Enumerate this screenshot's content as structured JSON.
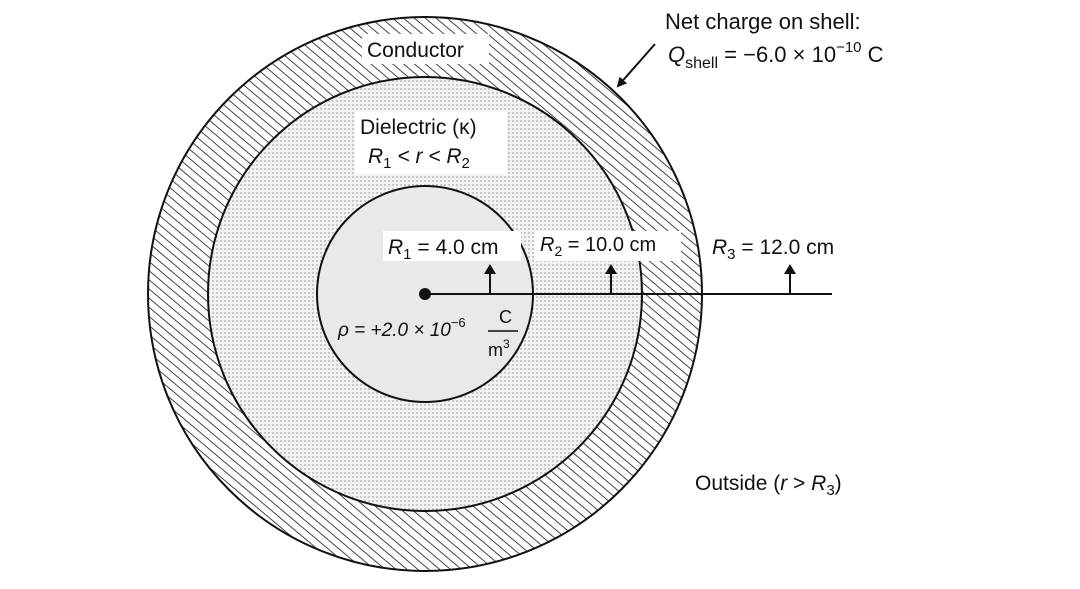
{
  "labels": {
    "conductor": "Conductor",
    "net_charge_title": "Net charge on shell:",
    "q_symbol": "Q",
    "q_subscript": "shell",
    "q_value": " = −6.0 × 10",
    "q_exponent": "−10",
    "q_unit": " C",
    "dielectric": "Dielectric (κ)",
    "region_r_sym": "R",
    "region_r_sub1": "1",
    "region_mid": " < r < ",
    "region_r_sub2": "2",
    "r_symbol": "R",
    "r1_sub": "1",
    "r1_value": " = 4.0 cm",
    "r2_sub": "2",
    "r2_value": " = 10.0 cm",
    "r3_sub": "3",
    "r3_value": " = 12.0 cm",
    "rho_prefix": "ρ = +2.0 × 10",
    "rho_exponent": "−6",
    "rho_unit_num": "C",
    "rho_unit_den": "m",
    "rho_unit_den_exp": "3",
    "outside_prefix": "Outside (",
    "outside_r": "r",
    "outside_mid": " > ",
    "outside_R": "R",
    "outside_sub": "3",
    "outside_suffix": ")"
  },
  "colors": {
    "ink": "#111111",
    "core_fill": "#e9e9e9",
    "dielectric_dots": "#8a8a8a",
    "hatch": "#1a1a1a"
  }
}
